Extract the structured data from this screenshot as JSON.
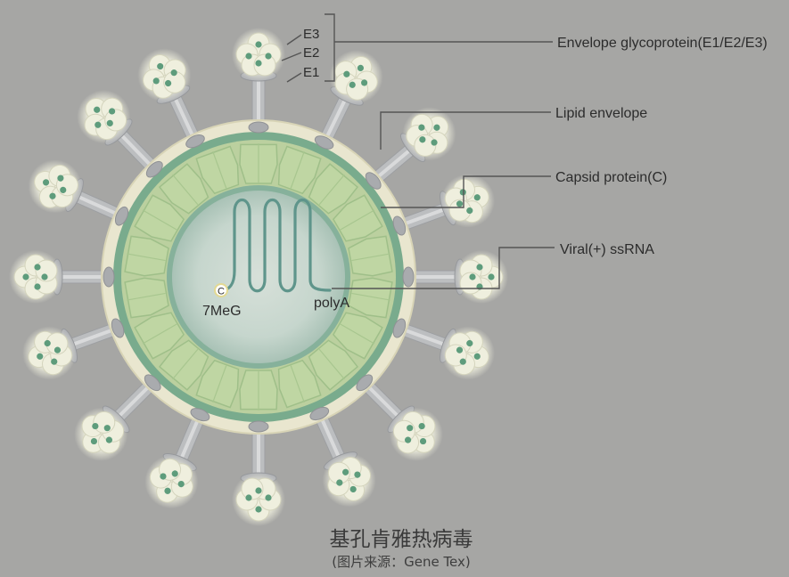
{
  "callouts": {
    "e3": "E3",
    "e2": "E2",
    "e1": "E1",
    "envelope_glycoprotein": "Envelope glycoprotein(E1/E2/E3)",
    "lipid_envelope": "Lipid envelope",
    "capsid_protein": "Capsid protein(C)",
    "viral_rna": "Viral(+) ssRNA"
  },
  "rna": {
    "cap_letter": "C",
    "cap_label": "7MeG",
    "tail_label": "polyA"
  },
  "caption": {
    "title": "基孔肯雅热病毒",
    "source": "(图片来源：Gene Tex)"
  },
  "colors": {
    "background": "#a6a6a4",
    "membrane": "#ecead5",
    "capsid": "#b9cf9c",
    "core": "#cad8cf",
    "spike_head": "#eeeedd",
    "spike_dot": "#5e9c7c",
    "stalk": "#bdbfc1",
    "leader_line": "#555555"
  }
}
